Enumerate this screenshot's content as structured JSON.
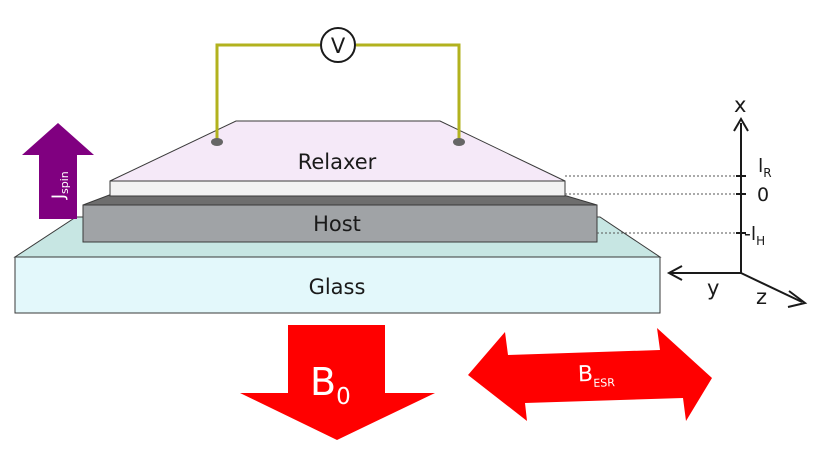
{
  "layers": {
    "relaxer": "Relaxer",
    "host": "Host",
    "glass": "Glass"
  },
  "voltmeter": "V",
  "spin_current": {
    "symbol": "J",
    "subscript": "spin"
  },
  "static_field": {
    "symbol": "B",
    "subscript": "0"
  },
  "esr_field": {
    "symbol": "B",
    "subscript": "ESR"
  },
  "axes": {
    "x": "x",
    "y": "y",
    "z": "z"
  },
  "ticks": {
    "relaxer": {
      "prefix": "",
      "symbol": "l",
      "subscript": "R"
    },
    "zero": "0",
    "host": {
      "prefix": "-",
      "symbol": "l",
      "subscript": "H"
    }
  },
  "colors": {
    "relaxer_top": "#f5e9f8",
    "relaxer_slab": "#f2f2f2",
    "host_top": "#6e6e6e",
    "host_slab": "#a0a3a6",
    "glass_top": "#c7e6e3",
    "glass_slab": "#e3f8fb",
    "wire": "#b2b21e",
    "spin_arrow": "#800080",
    "field_arrow": "#ff0000"
  }
}
